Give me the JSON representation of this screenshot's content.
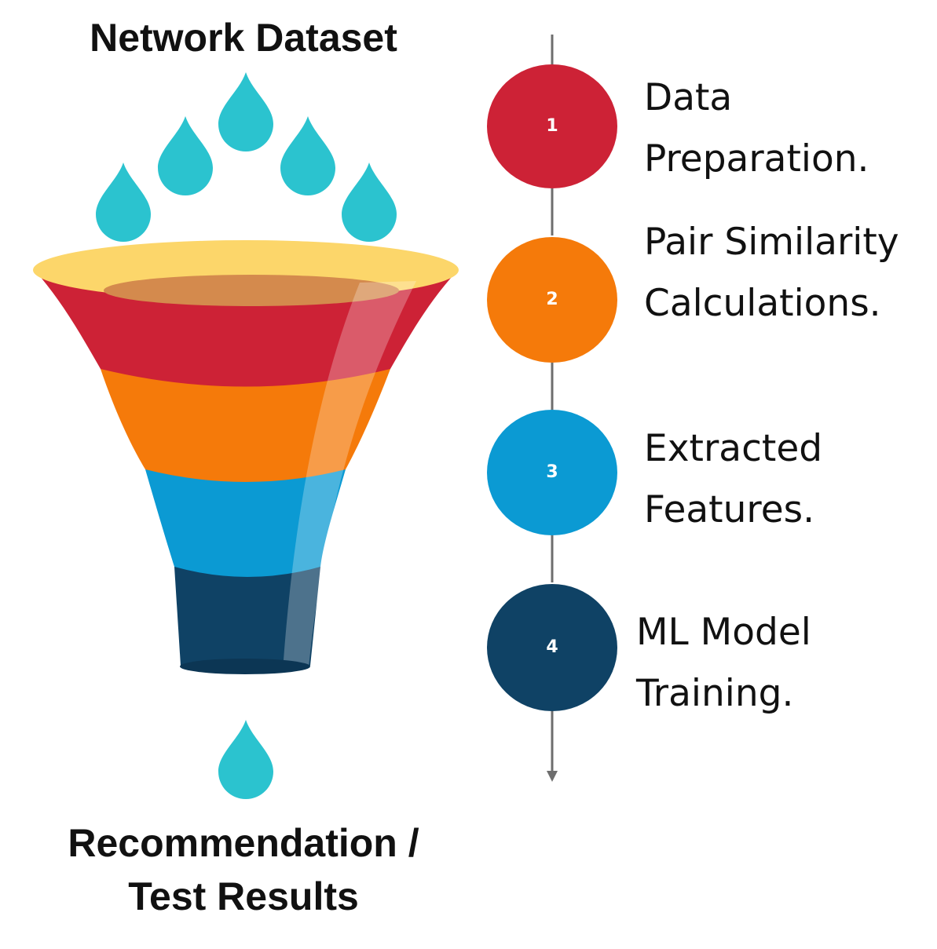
{
  "title": "Network Dataset",
  "output": {
    "line1": "Recommendation /",
    "line2": "Test Results"
  },
  "colors": {
    "drop": "#2bc3cf",
    "funnel_rim": "#fcd66a",
    "step1": "#cd2236",
    "step2": "#f57a0a",
    "step3": "#0b9ad3",
    "step4": "#0f4265",
    "timeline": "#6e6e6e"
  },
  "steps": [
    {
      "number": "1",
      "line1": "Data",
      "line2": "Preparation."
    },
    {
      "number": "2",
      "line1": "Pair Similarity",
      "line2": "Calculations."
    },
    {
      "number": "3",
      "line1": "Extracted",
      "line2": "Features."
    },
    {
      "number": "4",
      "line1": "ML Model",
      "line2": "Training."
    }
  ]
}
